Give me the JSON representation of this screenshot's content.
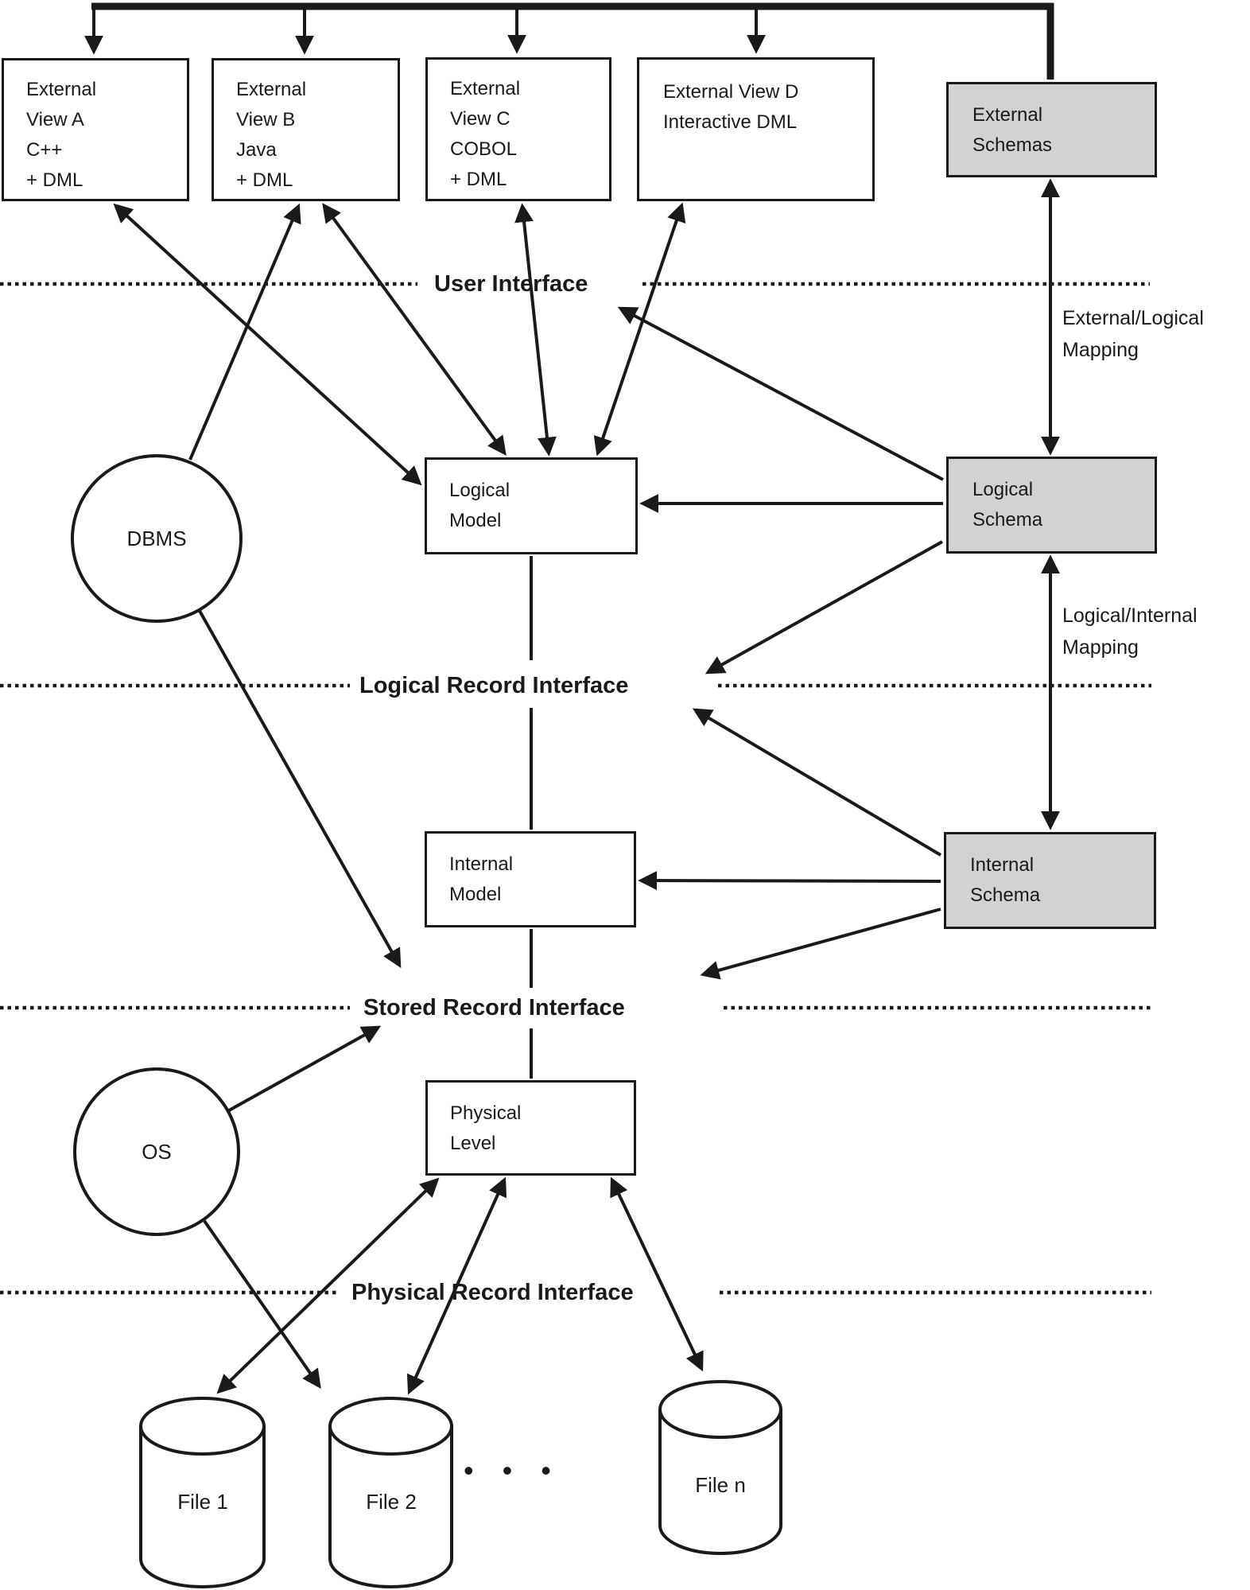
{
  "views": [
    {
      "lines": [
        "External",
        "View A",
        "C++",
        "+ DML"
      ]
    },
    {
      "lines": [
        "External",
        "View B",
        "Java",
        "+ DML"
      ]
    },
    {
      "lines": [
        "External",
        "View C",
        "COBOL",
        "+ DML"
      ]
    },
    {
      "lines": [
        "External View D",
        "Interactive DML"
      ]
    }
  ],
  "schemas": {
    "external": {
      "lines": [
        "External",
        "Schemas"
      ]
    },
    "logical": {
      "lines": [
        "Logical",
        "Schema"
      ]
    },
    "internal": {
      "lines": [
        "Internal",
        "Schema"
      ]
    }
  },
  "models": {
    "logical": {
      "lines": [
        "Logical",
        "Model"
      ]
    },
    "internal": {
      "lines": [
        "Internal",
        "Model"
      ]
    },
    "physical": {
      "lines": [
        "Physical",
        "Level"
      ]
    }
  },
  "interfaces": {
    "user": "User Interface",
    "logical_record": "Logical Record Interface",
    "stored_record": "Stored Record Interface",
    "physical_record": "Physical Record Interface"
  },
  "mappings": {
    "external_logical": {
      "lines": [
        "External/Logical",
        "Mapping"
      ]
    },
    "logical_internal": {
      "lines": [
        "Logical/Internal",
        "Mapping"
      ]
    }
  },
  "ovals": {
    "dbms": "DBMS",
    "os": "OS"
  },
  "files": [
    {
      "label": "File 1"
    },
    {
      "label": "File 2"
    },
    {
      "label": "File n"
    }
  ],
  "ellipsis": "• • •",
  "colors": {
    "line": "#1a1a1a",
    "schema_fill": "#d2d2d2",
    "box_fill": "#ffffff",
    "background": "#ffffff"
  }
}
